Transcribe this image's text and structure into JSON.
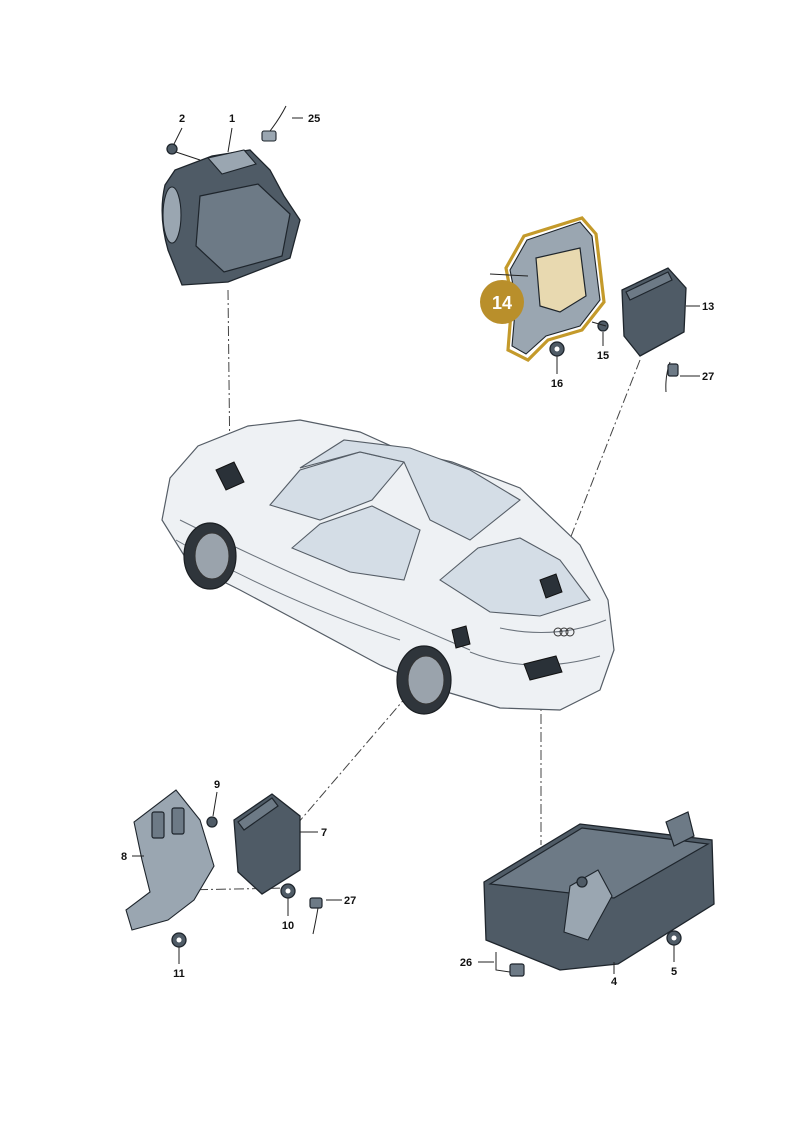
{
  "colors": {
    "highlight": "#c49a2b",
    "badge": "#b98f2b",
    "part": "#4f5b66",
    "car": "#eef1f4"
  },
  "highlighted_part": {
    "number": "14"
  },
  "callouts": {
    "c1": "1",
    "c2": "2",
    "c25": "25",
    "c13": "13",
    "c27a": "27",
    "c15": "15",
    "c16": "16",
    "c9": "9",
    "c7": "7",
    "c8": "8",
    "c27b": "27",
    "c10": "10",
    "c11": "11",
    "c5": "5",
    "c26": "26",
    "c4": "4"
  }
}
